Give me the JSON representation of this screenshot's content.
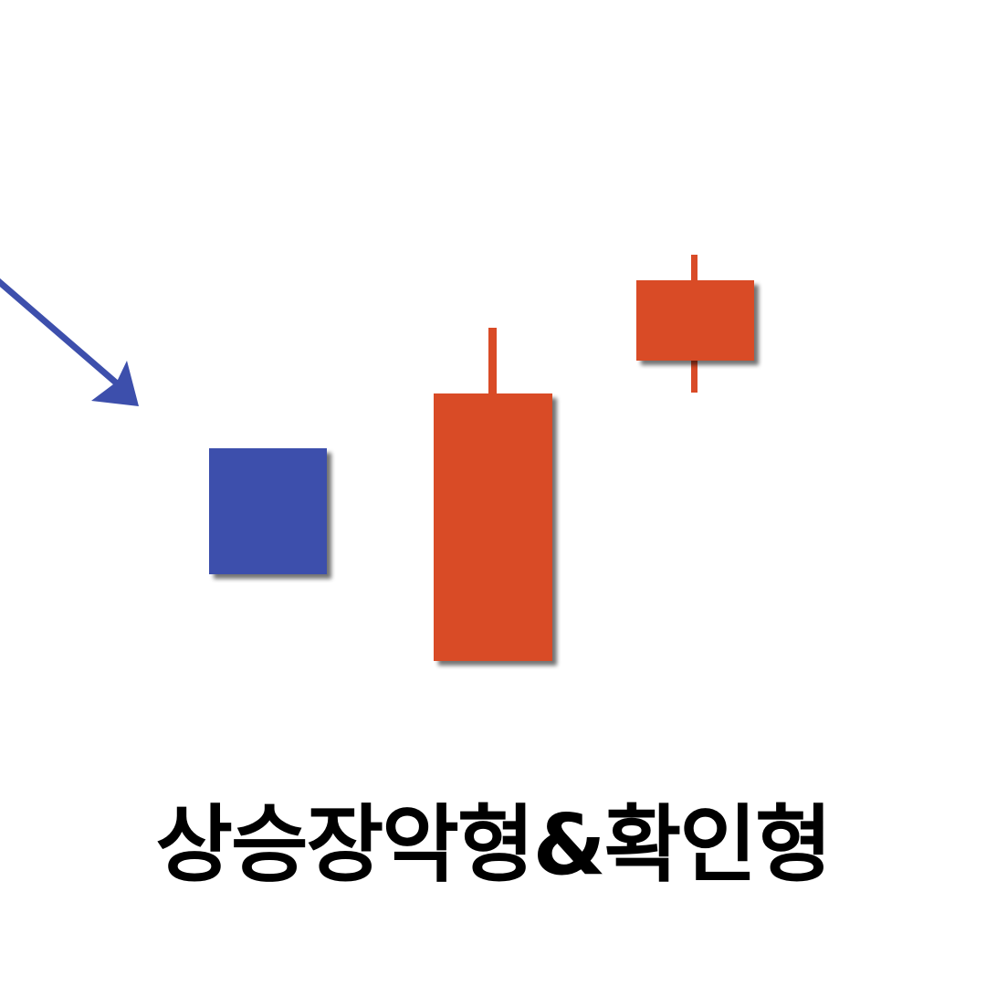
{
  "caption": "상승장악형&확인형",
  "colors": {
    "background": "#ffffff",
    "bearish": "#3d4fac",
    "bullish": "#d94b27",
    "arrow": "#3d4fac",
    "shadow": "#555555",
    "text": "#000000"
  },
  "arrow": {
    "direction": "down-right",
    "icon": "downtrend-arrow-icon"
  },
  "candles": [
    {
      "id": "candle-1",
      "type": "bearish",
      "has_upper_wick": false,
      "has_lower_wick": false
    },
    {
      "id": "candle-2",
      "type": "bullish",
      "has_upper_wick": true,
      "has_lower_wick": false
    },
    {
      "id": "candle-3",
      "type": "bullish",
      "has_upper_wick": true,
      "has_lower_wick": true
    }
  ]
}
